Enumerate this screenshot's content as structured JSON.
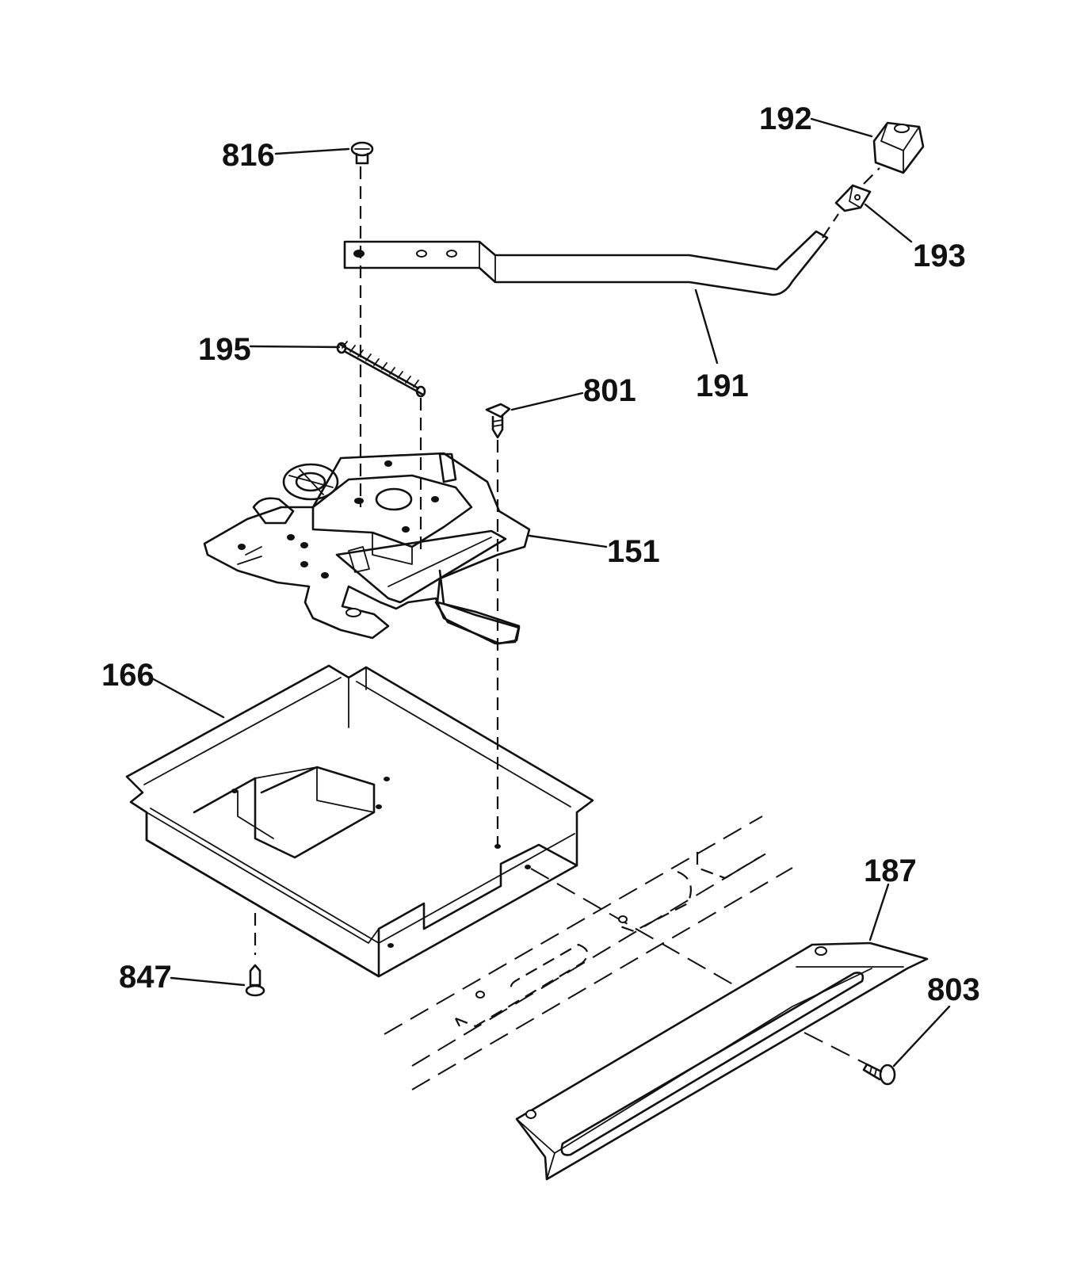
{
  "callouts": {
    "c816": "816",
    "c192": "192",
    "c193": "193",
    "c191": "191",
    "c195": "195",
    "c801": "801",
    "c151": "151",
    "c166": "166",
    "c187": "187",
    "c803": "803",
    "c847": "847"
  }
}
